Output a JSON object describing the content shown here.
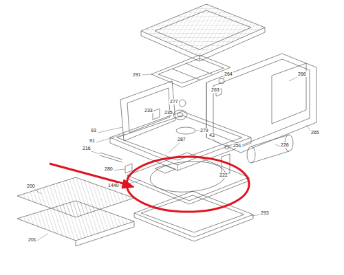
{
  "diagram": {
    "labels": [
      "291",
      "264",
      "263",
      "266",
      "277",
      "233",
      "235",
      "279",
      "93",
      "91",
      "43",
      "265",
      "287",
      "216",
      "251",
      "226",
      "222",
      "280",
      "1440",
      "200",
      "293",
      "201"
    ]
  }
}
